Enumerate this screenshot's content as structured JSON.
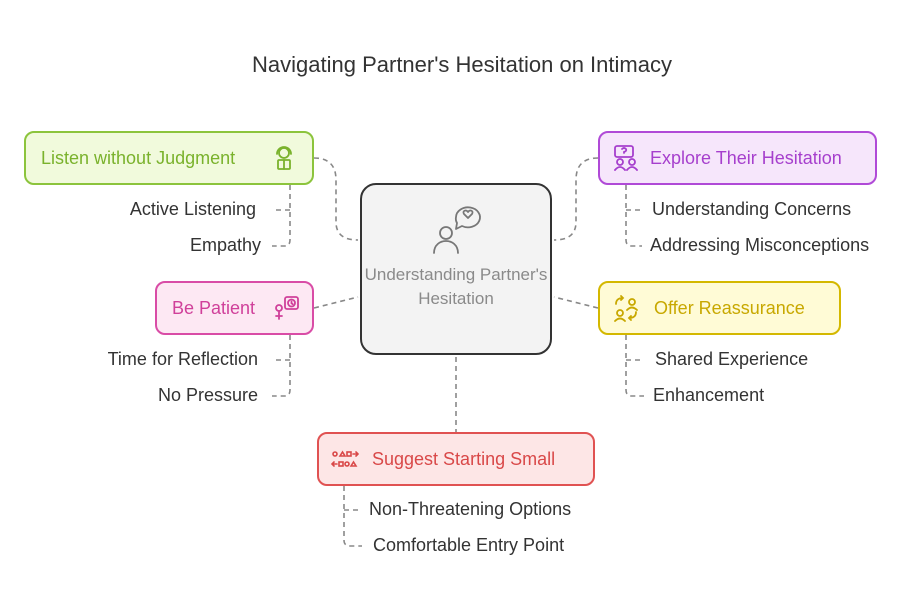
{
  "title": "Navigating Partner's Hesitation on Intimacy",
  "center": {
    "label": "Understanding Partner's Hesitation",
    "icon": "chat-heart-person-icon"
  },
  "nodes": {
    "listen": {
      "label": "Listen without Judgment",
      "icon": "headset-person-icon",
      "color": "#8cc43c",
      "bg": "#f1fadc",
      "items": [
        "Active Listening",
        "Empathy"
      ]
    },
    "patient": {
      "label": "Be Patient",
      "icon": "person-clock-icon",
      "color": "#d94ca6",
      "bg": "#fde8f3",
      "items": [
        "Time for Reflection",
        "No Pressure"
      ]
    },
    "explore": {
      "label": "Explore Their Hesitation",
      "icon": "people-question-icon",
      "color": "#b04ad7",
      "bg": "#f6e6fb",
      "items": [
        "Understanding Concerns",
        "Addressing Misconceptions"
      ]
    },
    "reassure": {
      "label": "Offer Reassurance",
      "icon": "people-exchange-icon",
      "color": "#d4b800",
      "bg": "#fffbd6",
      "items": [
        "Shared Experience",
        "Enhancement"
      ]
    },
    "small": {
      "label": "Suggest Starting Small",
      "icon": "shapes-steps-icon",
      "color": "#e05252",
      "bg": "#fde6e6",
      "items": [
        "Non-Threatening Options",
        "Comfortable Entry Point"
      ]
    }
  }
}
